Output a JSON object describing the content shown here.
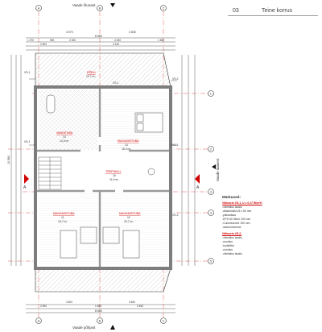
{
  "sheet": {
    "number": "03",
    "title": "Teine korrus"
  },
  "views": {
    "north": "Vaade lõunast",
    "south": "Vaade põhjast",
    "east": "Vaade läänest"
  },
  "axes": {
    "columns": [
      "A",
      "B",
      "C"
    ],
    "rows": [
      "1",
      "2",
      "3",
      "4",
      "5"
    ]
  },
  "section_marker": "A",
  "dimensions": {
    "top_total": "8 680",
    "top_parts": [
      "3 970",
      "3 830"
    ],
    "top_detail": [
      "1 370",
      "900",
      "2 330",
      "4 150",
      "1 480"
    ],
    "top_detail2": [
      "2 500",
      "4 130"
    ],
    "left_total": "10 980",
    "bottom_total": "8 680",
    "bottom_parts": [
      "3 820",
      "3 830"
    ],
    "bottom_detail": [
      "2 500",
      "1 660",
      "2 450"
    ]
  },
  "windows": [
    "VS-1",
    "VS-1",
    "VS-1",
    "VS-1",
    "VS-2",
    "VS-2"
  ],
  "rooms": [
    {
      "name": "RÕDU",
      "area": "12,7 m²"
    },
    {
      "name": "VANNITUBA",
      "number": "13",
      "area": "14,3 m²"
    },
    {
      "name": "MAGAMISTUBA",
      "number": "14",
      "area": "18,3 m²"
    },
    {
      "name": "TREPIHALL",
      "number": "15",
      "area": "11,9 m²"
    },
    {
      "name": "MAGAMISTUBA",
      "number": "11",
      "area": "16,7 m²"
    },
    {
      "name": "MAGAMISTUBA",
      "number": "12",
      "area": "15,7 m²"
    }
  ],
  "notes": {
    "heading": "Märkused:",
    "blocks": [
      {
        "title": "Välissein VS-1, U = 0,17 W/m²K",
        "lines": [
          "-viimistlus laudis",
          "-distantsliist 25 x 50 mm",
          "-pikisarikas",
          "-EPS 60 Silver 200 mm",
          "-Columbia kivi 190 mm",
          "-sisekrohvimine"
        ]
      },
      {
        "title": "Välissein VS-2,",
        "lines": [
          "-viimistlus laudis",
          "-roovitus",
          "-tuuletõke",
          "-roovitus",
          "-viimistlus laudis"
        ]
      }
    ]
  },
  "colors": {
    "accent": "#d10000",
    "wall": "#9a9a9a",
    "hatch": "#cfcfcf",
    "grid": "#e25a5a"
  }
}
